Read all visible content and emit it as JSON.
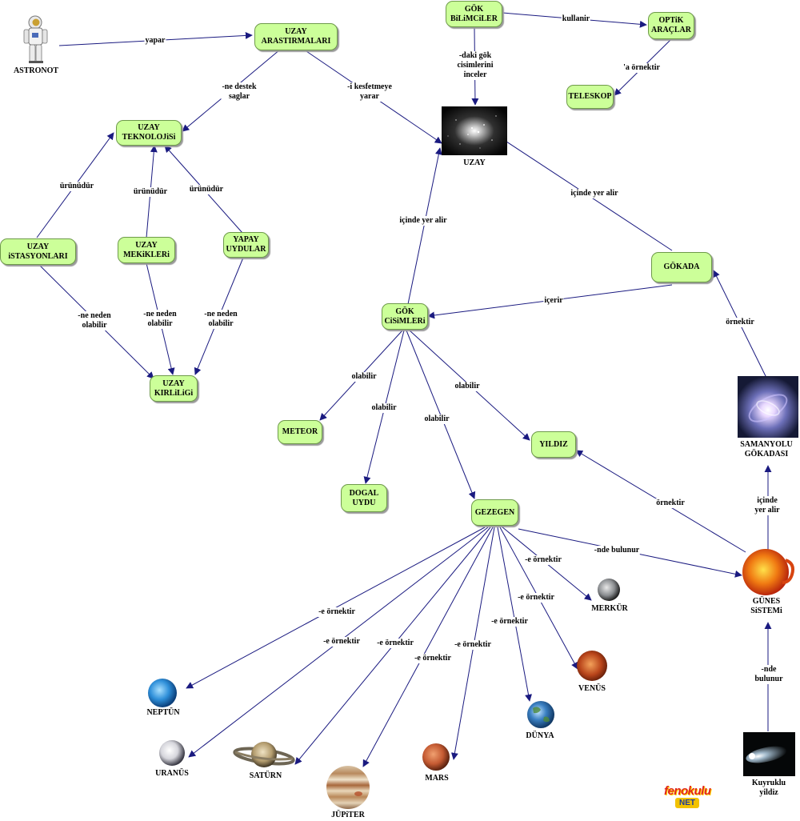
{
  "nodes": {
    "uzay_arastirmalari": "UZAY\nARASTIRMALARI",
    "gok_bilimciler": "GÖK\nBiLiMCiLER",
    "optik_araclar": "OPTiK\nARAÇLAR",
    "teleskop": "TELESKOP",
    "uzay_teknolojisi": "UZAY\nTEKNOLOJiSi",
    "uzay_istasyonlari": "UZAY\niSTASYONLARI",
    "uzay_mekikleri": "UZAY\nMEKiKLERi",
    "yapay_uydular": "YAPAY\nUYDULAR",
    "uzay_kirliligi": "UZAY\nKIRLiLiGi",
    "gokada": "GÖKADA",
    "gok_cisimleri": "GÖK\nCiSiMLERi",
    "meteor": "METEOR",
    "dogal_uydu": "DOGAL\nUYDU",
    "yildiz": "YILDIZ",
    "gezegen": "GEZEGEN"
  },
  "images": {
    "astronot": "ASTRONOT",
    "uzay": "UZAY",
    "samanyolu": "SAMANYOLU\nGÖKADASI",
    "gunes_sistemi": "GÜNES\nSiSTEMi",
    "kuyruklu_yildiz": "Kuyruklu\nyildiz",
    "merkur": "MERKÜR",
    "venus": "VENÜS",
    "dunya": "DÜNYA",
    "mars": "MARS",
    "jupiter": "JÜPiTER",
    "saturn": "SATÜRN",
    "uranus": "URANÜS",
    "neptun": "NEPTÜN"
  },
  "edge_labels": {
    "yapar": "yapar",
    "kullanir": "kullanir",
    "daki_gok": "-daki gök\ncisimlerini\ninceler",
    "a_ornektir": "'a örnektir",
    "ne_destek": "-ne destek\nsaglar",
    "i_kesfetmeye": "-i kesfetmeye\nyarar",
    "urunudur_1": "ürünüdür",
    "urunudur_2": "ürünüdür",
    "urunudur_3": "ürünüdür",
    "ne_neden_1": "-ne neden\nolabilir",
    "ne_neden_2": "-ne neden\nolabilir",
    "ne_neden_3": "-ne neden\nolabilir",
    "icinde_uzay_gokada": "içinde yer alir",
    "icinde_uzay_gok": "içinde yer alir",
    "icerir": "içerir",
    "ornektir_samanyolu": "örnektir",
    "olabilir_meteor": "olabilir",
    "olabilir_uydu": "olabilir",
    "olabilir_gezegen": "olabilir",
    "olabilir_yildiz": "olabilir",
    "ornektir_gunes": "örnektir",
    "icinde_samanyolu": "içinde yer alir",
    "nde_bulunur_gezegen": "-nde bulunur",
    "nde_bulunur_kuyruklu": "-nde bulunur",
    "e_ornektir_merkur": "-e örnektir",
    "e_ornektir_venus": "-e örnektir",
    "e_ornektir_dunya": "-e örnektir",
    "e_ornektir_mars": "-e örnektir",
    "e_ornektir_jupiter": "-e örnektir",
    "e_ornektir_saturn": "-e örnektir",
    "e_ornektir_uranus": "-e örnektir",
    "e_ornektir_neptun": "-e örnektir"
  },
  "logo": {
    "top": "fenokulu",
    "bottom": "NET"
  },
  "colors": {
    "node_fill": "#ccff99",
    "node_border": "#6e9a4a",
    "edge": "#1a1a80"
  }
}
